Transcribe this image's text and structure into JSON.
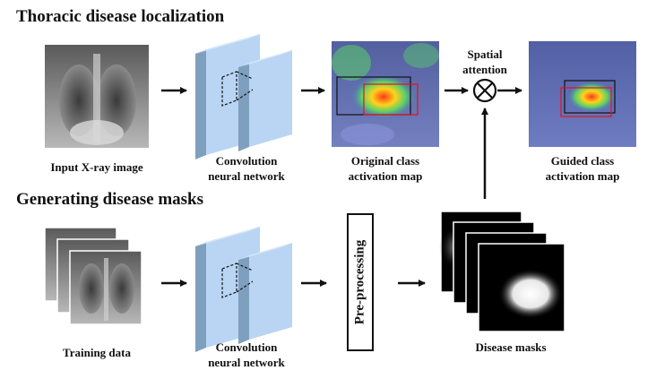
{
  "sections": {
    "localization": "Thoracic disease localization",
    "masks": "Generating disease masks"
  },
  "labels": {
    "input_xray": "Input X-ray image",
    "cnn_top_1": "Convolution",
    "cnn_top_2": "neural network",
    "ocam_1": "Original class",
    "ocam_2": "activation map",
    "spatial_1": "Spatial",
    "spatial_2": "attention",
    "gcam_1": "Guided class",
    "gcam_2": "activation map",
    "training": "Training data",
    "cnn_bot_1": "Convolution",
    "cnn_bot_2": "neural network",
    "preprocessing": "Pre-processing",
    "disease_masks": "Disease masks"
  },
  "colors": {
    "cnn_front": "#b9d5f3",
    "cnn_side": "#7f9fbf",
    "cnn_top": "#d7e7f8",
    "box_black": "#111111",
    "box_red": "#e8101a",
    "heat_blue": "#4f62c4"
  }
}
